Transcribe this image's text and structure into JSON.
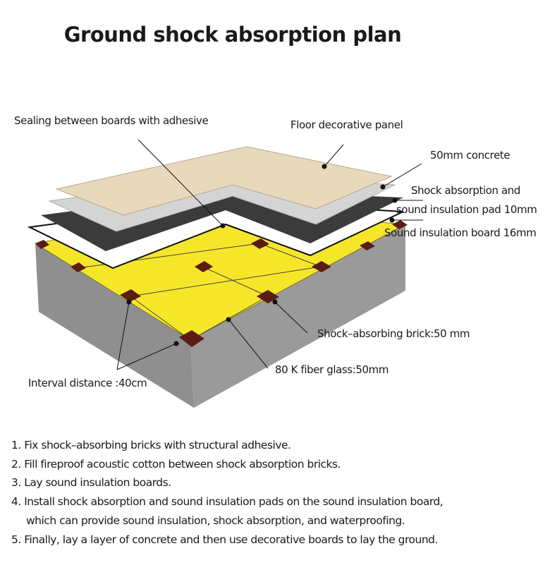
{
  "title": "Ground shock absorption plan",
  "labels": {
    "sealing": "Sealing between boards with  adhesive",
    "floor_panel": "Floor decorative panel",
    "concrete": "50mm concrete",
    "pad_line1": "Shock absorption and",
    "pad_line2": "sound insulation pad 10mm",
    "board": "Sound insulation board 16mm",
    "brick": "Shock–absorbing brick:50 mm",
    "fiber": "80 K fiber glass:50mm",
    "interval": "Interval distance :40cm"
  },
  "steps": [
    "1. Fix shock–absorbing bricks with structural adhesive.",
    "2. Fill fireproof acoustic cotton between shock absorption bricks.",
    "3. Lay sound insulation boards.",
    "4. Install shock absorption and sound insulation pads on the sound insulation board,",
    "which can provide sound insulation, shock absorption, and waterproofing.",
    "5. Finally, lay a layer of concrete and then use decorative boards to lay the ground."
  ],
  "colors": {
    "yellow": "#f6e62a",
    "brick": "#5a1d14",
    "base": "#8d8d8d",
    "pad": "#3b3b3b",
    "concrete": "#d4d4d4",
    "panel": "#e8d9bd"
  }
}
